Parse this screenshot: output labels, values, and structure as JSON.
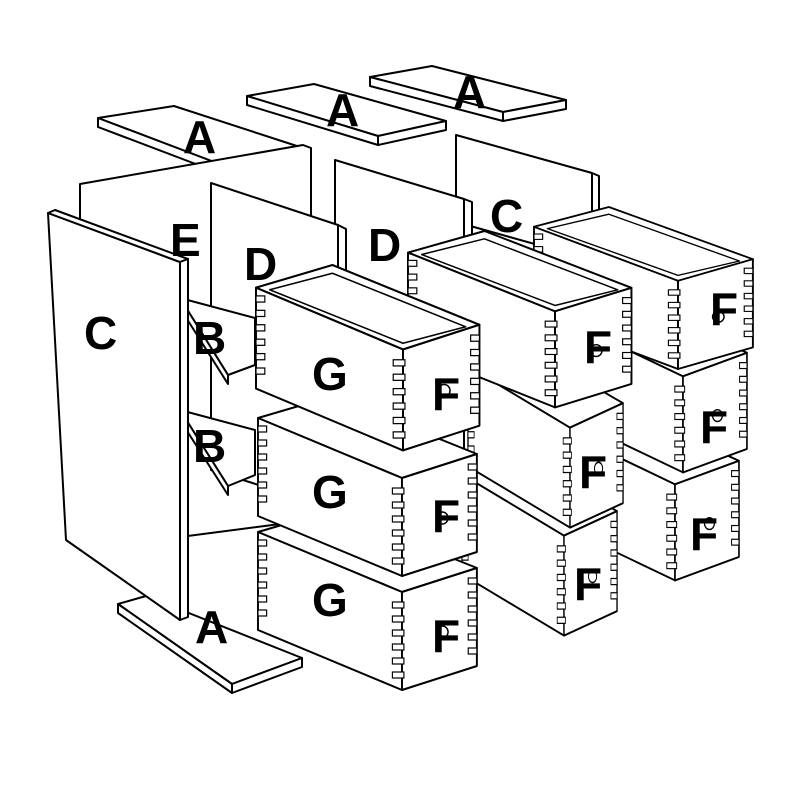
{
  "diagram": {
    "description_labels": {
      "top_shelf_1": "A",
      "top_shelf_2": "A",
      "top_shelf_3": "A",
      "bottom_shelf": "A",
      "side_panel_left": "C",
      "side_panel_back": "C",
      "back_panel": "E",
      "divider_1": "D",
      "divider_2": "D",
      "shelf_b_1": "B",
      "shelf_b_2": "B",
      "drawer_g_1": "G",
      "drawer_g_2": "G",
      "drawer_g_3": "G",
      "drawer_f_c1_1": "F",
      "drawer_f_c1_2": "F",
      "drawer_f_c1_3": "F",
      "drawer_f_c2_1": "F",
      "drawer_f_c2_2": "F",
      "drawer_f_c2_3": "F",
      "drawer_f_c3_1": "F",
      "drawer_f_c3_2": "F",
      "drawer_f_c3_3": "F"
    }
  }
}
